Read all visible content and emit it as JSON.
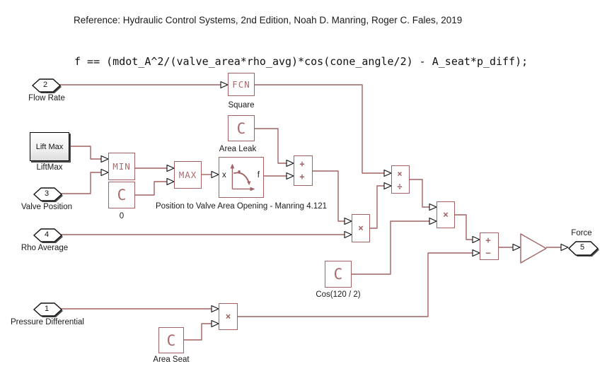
{
  "annotations": {
    "reference": "Reference: Hydraulic Control Systems, 2nd Edition, Noah D. Manring, Roger C. Fales, 2019",
    "equation": "f == (mdot_A^2/(valve_area*rho_avg)*cos(cone_angle/2) - A_seat*p_diff);"
  },
  "ports": {
    "flow_rate": {
      "number": "2",
      "label": "Flow Rate"
    },
    "valve_position": {
      "number": "3",
      "label": "Valve Position"
    },
    "rho_average": {
      "number": "4",
      "label": "Rho Average"
    },
    "pressure_differential": {
      "number": "1",
      "label": "Pressure Differential"
    },
    "force": {
      "number": "5",
      "label": "Force"
    }
  },
  "blocks": {
    "square": {
      "text": "FCN",
      "label": "Square"
    },
    "area_leak": {
      "text": "C",
      "label": "Area Leak"
    },
    "lift_max": {
      "text": "Lift Max",
      "label": "LiftMax"
    },
    "min": {
      "text": "MIN"
    },
    "zero": {
      "text": "C",
      "label": "0"
    },
    "max": {
      "text": "MAX"
    },
    "valve_area_lookup": {
      "input_label": "x",
      "output_label": "f",
      "label": "Position to Valve Area Opening - Manring 4.121"
    },
    "sum_leak": {
      "op_top": "+",
      "op_bottom": "+"
    },
    "product_rho": {
      "op": "×"
    },
    "divide": {
      "op_top": "×",
      "op_bottom": "÷"
    },
    "product_cos": {
      "op": "×"
    },
    "cos_const": {
      "text": "C",
      "label": "Cos(120 / 2)"
    },
    "area_seat": {
      "text": "C",
      "label": "Area Seat"
    },
    "product_pressure": {
      "op": "×"
    },
    "sum_force": {
      "op_top": "+",
      "op_bottom": "−"
    }
  },
  "colors": {
    "wire": "#a26264",
    "block_border": "#a26264",
    "block_fill": "#ffffff",
    "port_border": "#111111",
    "shadow": "#4a4a4a",
    "label_text": "#1a1a1a",
    "background": "#ffffff"
  }
}
